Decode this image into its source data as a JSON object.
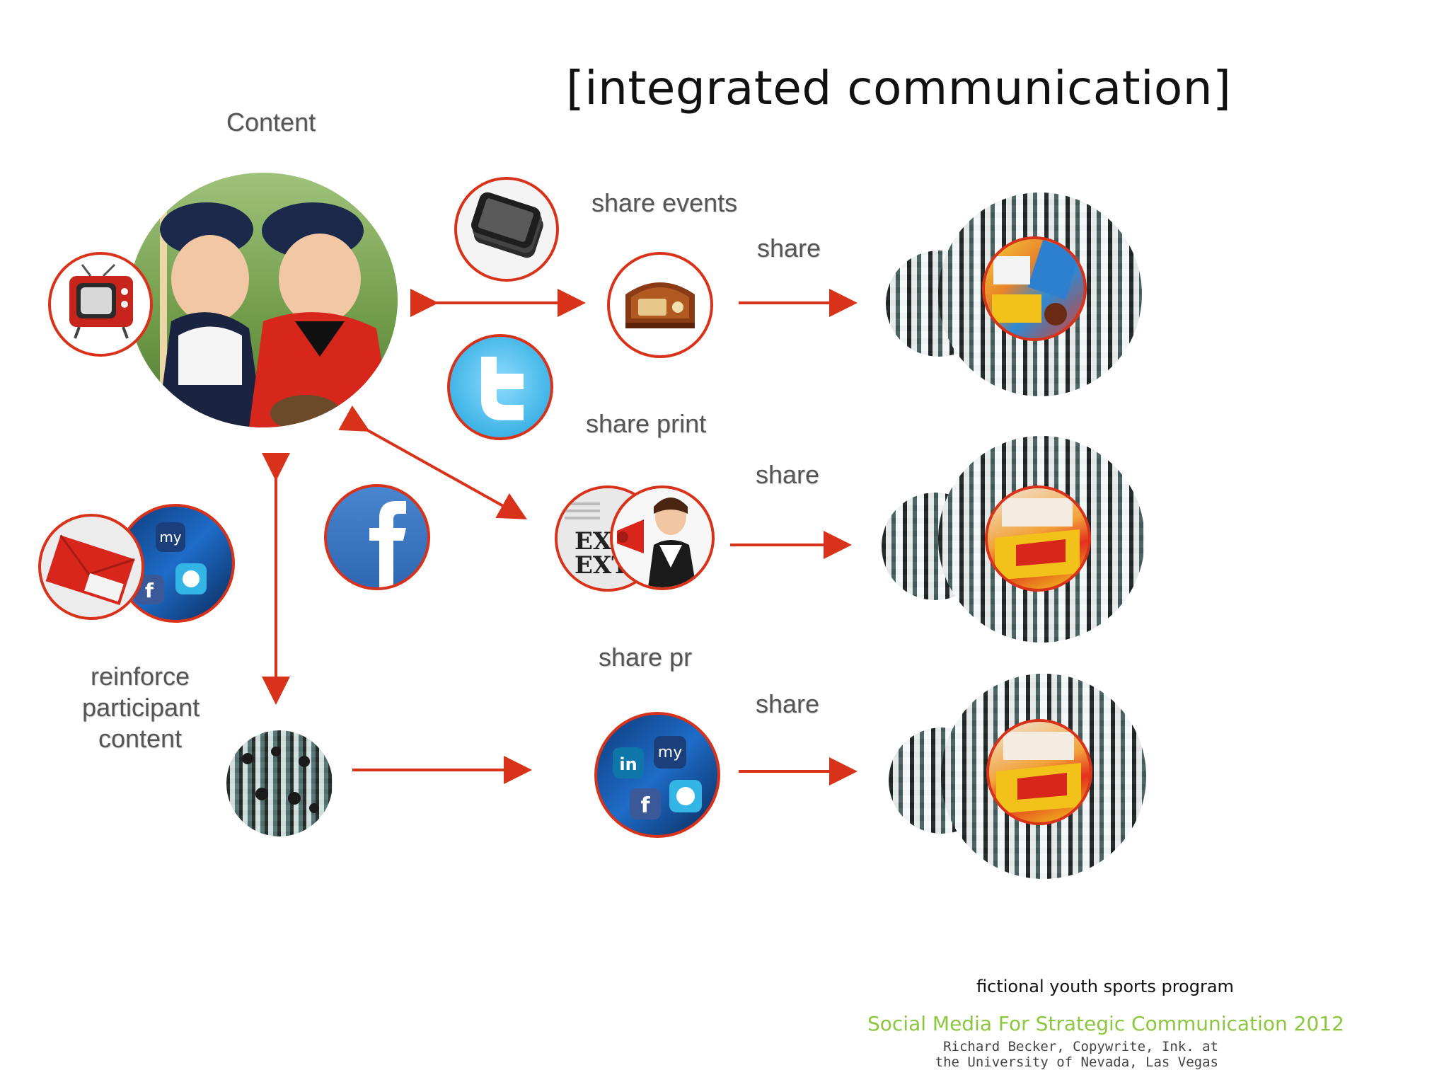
{
  "title": "[integrated communication]",
  "labels": {
    "content": "Content",
    "share_events": "share events",
    "share_print": "share print",
    "share_pr": "share pr",
    "share_1": "share",
    "share_2": "share",
    "share_3": "share",
    "reinforce_1": "reinforce",
    "reinforce_2": "participant",
    "reinforce_3": "content"
  },
  "footer": {
    "note": "fictional youth sports program",
    "course": "Social Media For Strategic Communication 2012",
    "credit_1": "Richard Becker, Copywrite, Ink. at",
    "credit_2": "the University of Nevada, Las Vegas"
  },
  "colors": {
    "accent_red": "#d8321b",
    "course_green": "#8cc63f",
    "twitter_blue": "#3fb4e6",
    "facebook_blue": "#2f67b2"
  },
  "icons": [
    "tv-icon",
    "phone-icon",
    "radio-icon",
    "twitter-icon",
    "facebook-icon",
    "envelope-icon",
    "social-apps-icon",
    "newspaper-icon",
    "megaphone-icon",
    "crowd-icon",
    "snacks-icon",
    "baseball-kids-icon"
  ]
}
